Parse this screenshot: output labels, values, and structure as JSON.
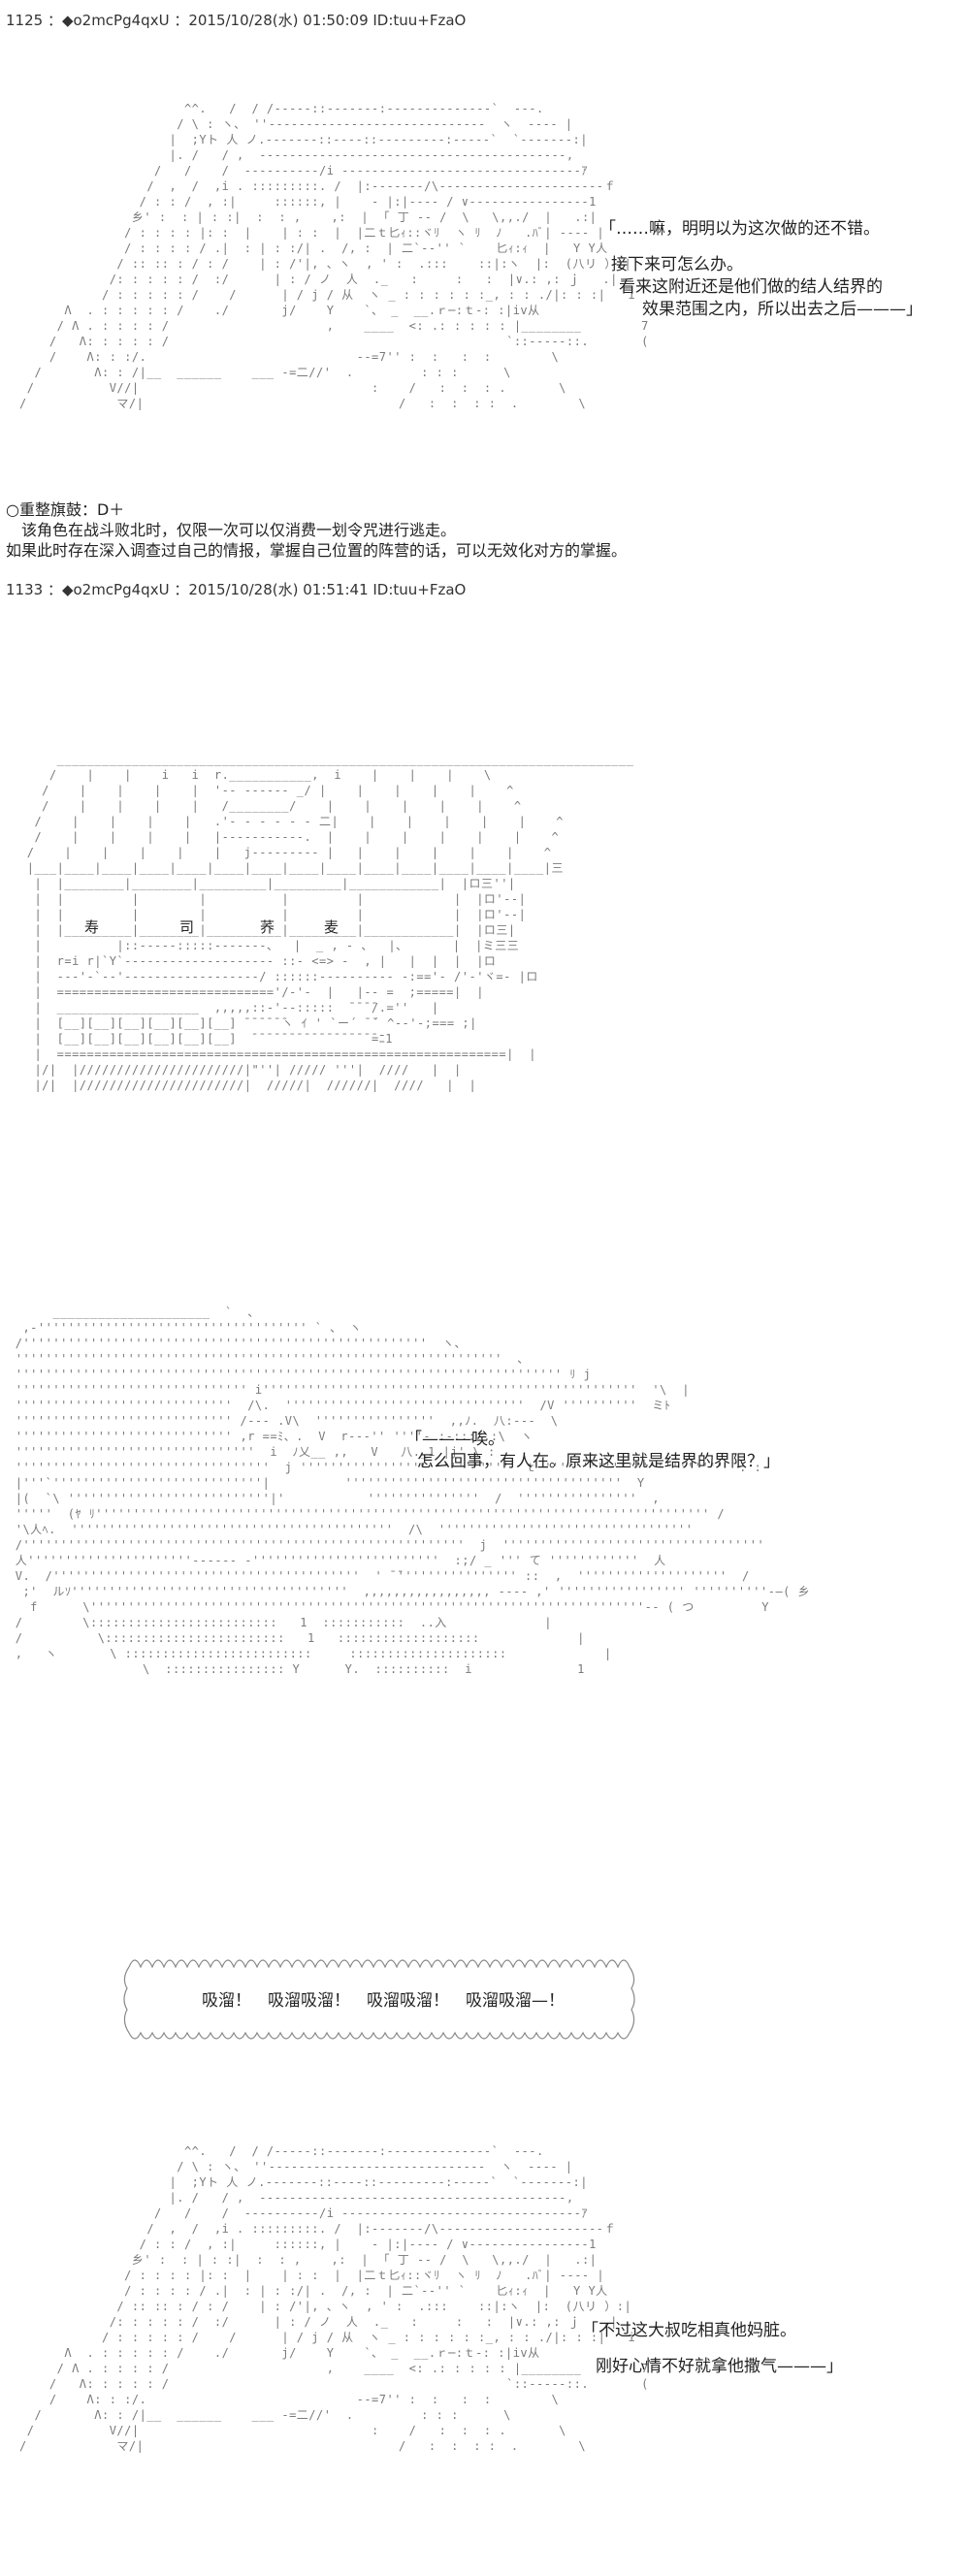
{
  "posts": [
    {
      "header": "1125 ：◆o2mcPg4qxU ：2015/10/28(水) 01:50:09 ID:tuu+FzaO"
    },
    {
      "header": "1133 ：◆o2mcPg4qxU ：2015/10/28(水) 01:51:41 ID:tuu+FzaO"
    }
  ],
  "dialog1": {
    "line1": "「……嘛，明明以为这次做的还不错。",
    "line2": "接下来可怎么办。",
    "line3": "看来这附近还是他们做的结人结界的",
    "line4": "效果范围之内，所以出去之后———」"
  },
  "note": {
    "line1": "○重整旗鼓：D＋",
    "line2": "该角色在战斗败北时，仅限一次可以仅消费一划令咒进行逃走。",
    "line3": "如果此时存在深入调查过自己的情报，掌握自己位置的阵营的话，可以无效化对方的掌握。"
  },
  "shop_sign": {
    "c1": "寿",
    "c2": "司",
    "c3": "荞",
    "c4": "麦"
  },
  "dialog2": {
    "line1": "「———唉。",
    "line2": "怎么回事，有人在。原来这里就是结界的界限？」"
  },
  "bubble": {
    "text": "吸溜！　吸溜吸溜！　吸溜吸溜！　吸溜吸溜—！"
  },
  "dialog3": {
    "line1": "「不过这大叔吃相真他妈脏。",
    "line2": "刚好心情不好就拿他撒气———」"
  }
}
